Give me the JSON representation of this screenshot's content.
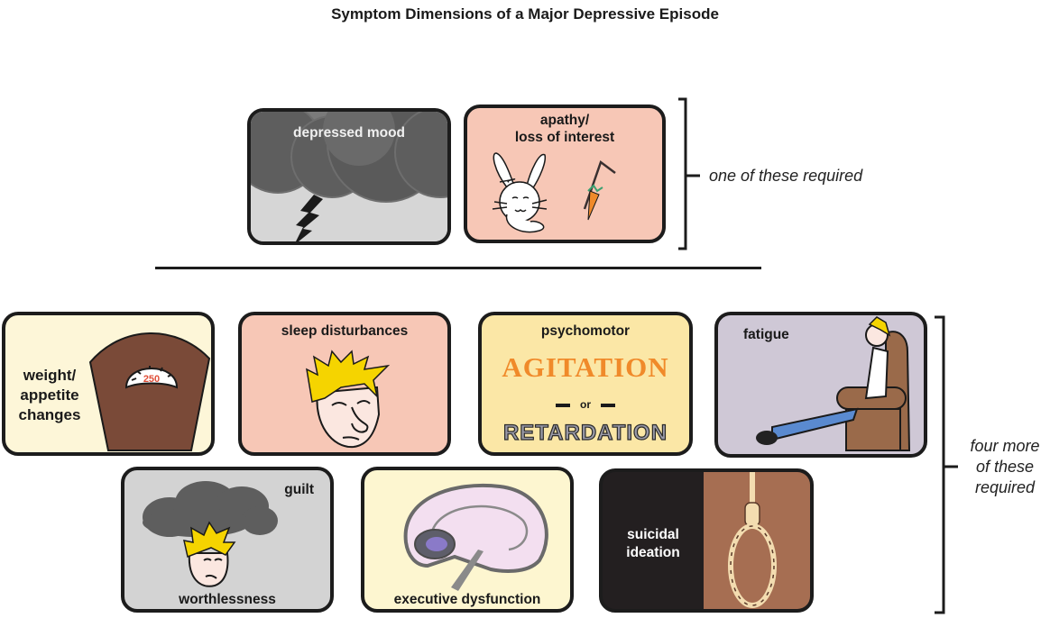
{
  "title": "Symptom Dimensions of a Major Depressive Episode",
  "required_group": {
    "note": "one of these required",
    "cards": [
      {
        "label": "depressed mood",
        "bg": "#d3d3d3"
      },
      {
        "label_line1": "apathy/",
        "label_line2": "loss of interest",
        "bg": "#f7c7b6"
      }
    ]
  },
  "additional_group": {
    "note_line1": "four more",
    "note_line2": "of these",
    "note_line3": "required",
    "cards": [
      {
        "label_line1": "weight/",
        "label_line2": "appetite",
        "label_line3": "changes",
        "scale_reading": "250",
        "bg": "#fdf6d8"
      },
      {
        "label": "sleep disturbances",
        "bg": "#f7c7b6"
      },
      {
        "label": "psychomotor",
        "option_a": "AGITATION",
        "connector": "or",
        "option_b": "RETARDATION",
        "bg": "#fbe7a6"
      },
      {
        "label": "fatigue",
        "bg": "#cfc8d6"
      },
      {
        "label_top": "guilt",
        "label_bottom": "worthlessness",
        "bg": "#d3d3d3"
      },
      {
        "label": "executive dysfunction",
        "bg": "#fdf6d0"
      },
      {
        "label_line1": "suicidal",
        "label_line2": "ideation",
        "bg": "#231f20"
      }
    ]
  }
}
